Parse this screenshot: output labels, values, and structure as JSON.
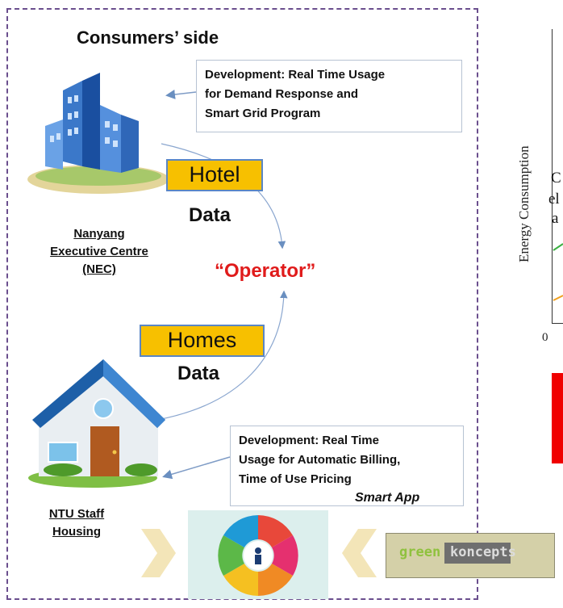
{
  "diagram": {
    "title": "Consumers’ side",
    "dev_top": [
      "Development: Real Time Usage",
      "for Demand Response and",
      "Smart Grid Program"
    ],
    "dev_bottom": [
      "Development: Real Time",
      "Usage for Automatic Billing,",
      "Time of Use Pricing"
    ],
    "hotel_tag": "Hotel",
    "homes_tag": "Homes",
    "data_label": "Data",
    "nec_lines": [
      "Nanyang",
      "Executive Centre",
      "(NEC)"
    ],
    "operator": "“Operator”",
    "ntu_lines": [
      "NTU Staff",
      "Housing"
    ],
    "smart_app": "Smart App",
    "logo_green": "green",
    "logo_koncepts": "koncepts",
    "chart_ylabel": "Energy Consumption",
    "chart_zero": "0",
    "chart_fragments": [
      "C",
      "el",
      "a"
    ]
  },
  "colors": {
    "frame": "#6b4f8e",
    "tag": "#f7c000",
    "operator": "#e01b1b",
    "red_block": "#f00000"
  },
  "icons": [
    "office-building-icon",
    "house-icon",
    "chevron-right-icon",
    "chevron-left-icon",
    "smart-app-wheel-icon"
  ]
}
